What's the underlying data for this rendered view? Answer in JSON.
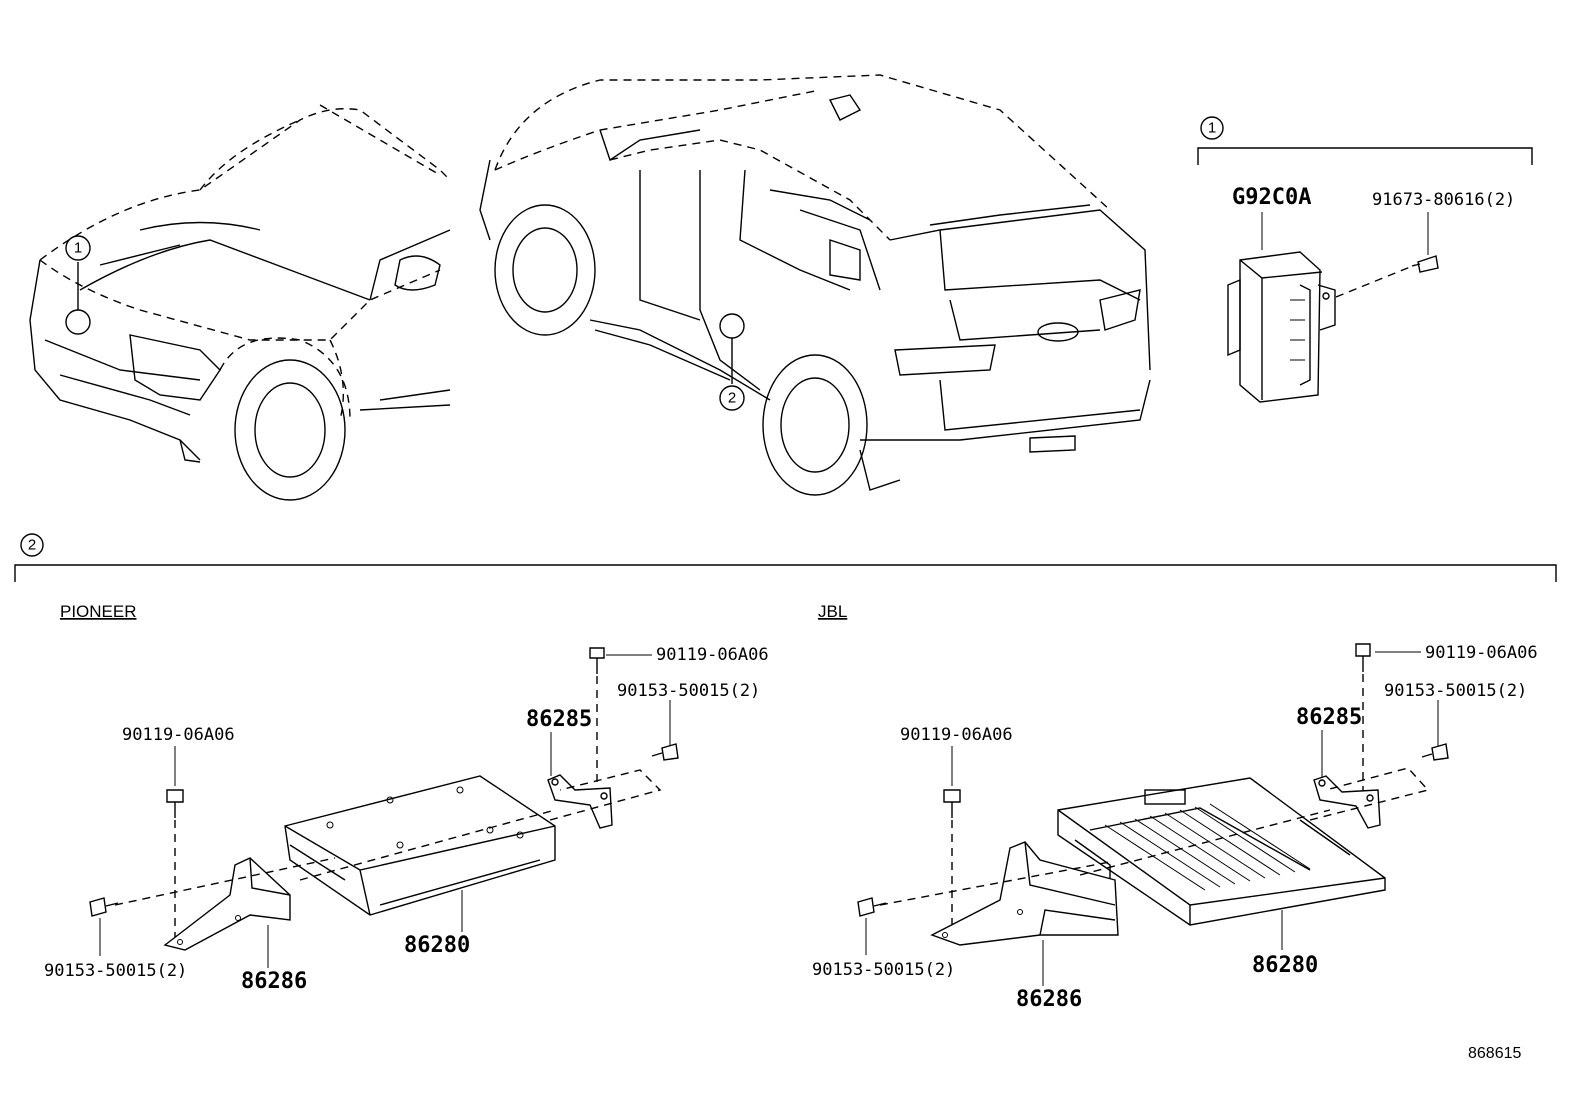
{
  "callouts": {
    "one": "1",
    "two": "2"
  },
  "group1": {
    "number": "1",
    "module_part": "G92C0A",
    "screw_part": "91673-80616(2)"
  },
  "group2": {
    "number": "2",
    "pioneer": {
      "brand": "PIONEER",
      "bolt_top": "90119-06A06",
      "screw_top": "90153-50015(2)",
      "bracket_right": "86285",
      "bolt_left": "90119-06A06",
      "amplifier": "86280",
      "screw_left": "90153-50015(2)",
      "bracket_left": "86286"
    },
    "jbl": {
      "brand": "JBL",
      "bolt_top": "90119-06A06",
      "screw_top": "90153-50015(2)",
      "bracket_right": "86285",
      "bolt_left": "90119-06A06",
      "amplifier": "86280",
      "screw_left": "90153-50015(2)",
      "bracket_left": "86286"
    }
  },
  "diagram_id": "868615"
}
